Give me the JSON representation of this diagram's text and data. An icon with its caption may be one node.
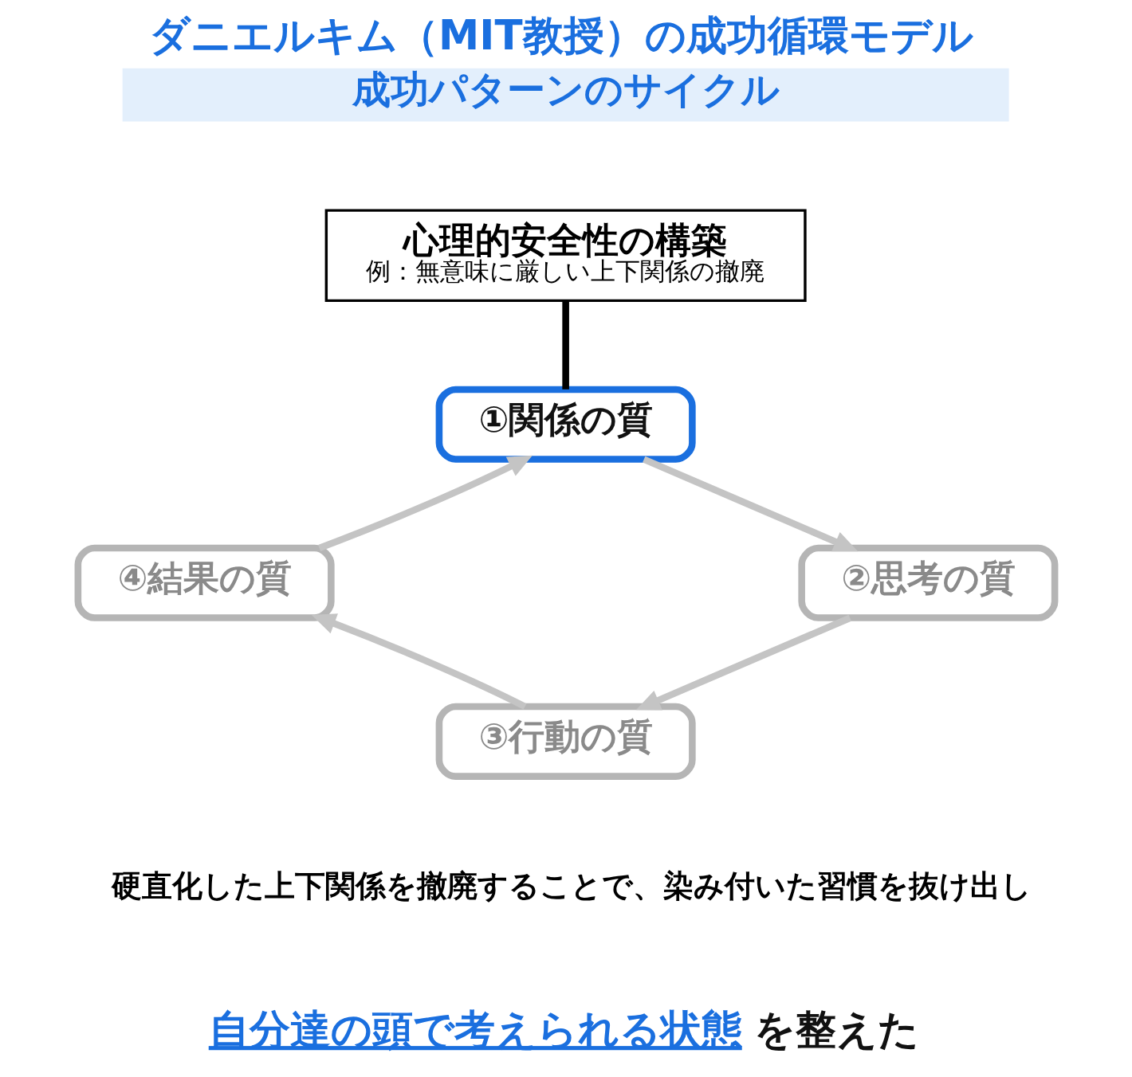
{
  "diagram": {
    "title": "ダニエルキム（MIT教授）の成功循環モデル",
    "nodes": [
      {
        "text": [
          "心理的安全性の構築",
          "例：無意味に厳しい上下関係の撤廃"
        ]
      },
      {
        "text": [
          "①関係の質"
        ]
      },
      {
        "text": [
          "②思考の質"
        ]
      },
      {
        "text": [
          "③行動の質"
        ]
      },
      {
        "text": [
          "④結果の質"
        ]
      }
    ],
    "edges": [
      {
        "from": 0,
        "to": 1,
        "arrow": "none",
        "color": "#000000"
      },
      {
        "from": 1,
        "to": 2,
        "arrow": "to"
      },
      {
        "from": 2,
        "to": 3,
        "arrow": "to"
      },
      {
        "from": 3,
        "to": 4,
        "arrow": "to"
      },
      {
        "from": 4,
        "to": 1,
        "arrow": "to"
      }
    ],
    "labels": [
      "成功パターンのサイクル",
      "硬直化した上下関係を撤廃することで、染み付いた習慣を抜け出し",
      "自分達の頭で考えられる状態",
      "を整えた"
    ]
  }
}
